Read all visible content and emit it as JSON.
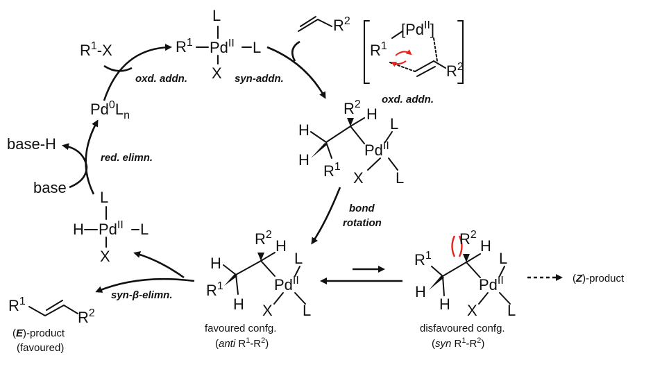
{
  "title": "Heck reaction catalytic cycle",
  "species": {
    "pd0": {
      "main": "Pd",
      "sup": "0",
      "main2": "L",
      "sub": "n"
    },
    "oxd_complex": {
      "r": "R",
      "r_sup": "1",
      "pd": "Pd",
      "pd_sup": "II",
      "l_top": "L",
      "l_right": "L",
      "x": "X"
    },
    "r1x": {
      "r": "R",
      "sup": "1",
      "rest": "-X"
    },
    "alkene": {
      "r": "R",
      "sup": "2"
    },
    "ts": {
      "pd": "[Pd",
      "pd_sup": "II",
      "pd_close": "]",
      "r1": "R",
      "r1_sup": "1",
      "r2": "R",
      "r2_sup": "2"
    },
    "insert_product": {
      "r2": "R",
      "r2_sup": "2",
      "h1": "H",
      "h2": "H",
      "h3": "H",
      "r1": "R",
      "r1_sup": "1",
      "pd": "Pd",
      "pd_sup": "II",
      "x": "X",
      "l1": "L",
      "l2": "L"
    },
    "favoured": {
      "r2": "R",
      "r2_sup": "2",
      "h1": "H",
      "h2": "H",
      "h3": "H",
      "r1": "R",
      "r1_sup": "1",
      "pd": "Pd",
      "pd_sup": "II",
      "x": "X",
      "l1": "L",
      "l2": "L"
    },
    "disfavoured": {
      "r2": "R",
      "r2_sup": "2",
      "h1": "H",
      "h2": "H",
      "r1": "R",
      "r1_sup": "1",
      "pd": "Pd",
      "pd_sup": "II",
      "x": "X",
      "l1": "L",
      "l2": "L"
    },
    "hpd": {
      "h": "H",
      "pd": "Pd",
      "pd_sup": "II",
      "l_top": "L",
      "l_right": "L",
      "x": "X"
    },
    "base_h": "base-H",
    "base": "base",
    "e_alkene": {
      "r1": "R",
      "r1_sup": "1",
      "r2": "R",
      "r2_sup": "2"
    }
  },
  "labels": {
    "oxd_addn": "oxd. addn.",
    "syn_addn": "syn-addn.",
    "oxd_addn_ts": "oxd. addn.",
    "red_elimn": "red. elimn.",
    "bond": "bond",
    "rotation": "rotation",
    "syn_beta_elimn": "syn-β-elimn."
  },
  "captions": {
    "favoured_title": "favoured confg.",
    "favoured_open": "(",
    "favoured_anti": "anti",
    "favoured_r": " R",
    "favoured_r1": "1",
    "favoured_dash": "-R",
    "favoured_r2": "2",
    "favoured_close": ")",
    "disfavoured_title": "disfavoured confg.",
    "disfavoured_open": "(",
    "disfavoured_syn": "syn",
    "disfavoured_r": " R",
    "disfavoured_r1": "1",
    "disfavoured_dash": "-R",
    "disfavoured_r2": "2",
    "disfavoured_close": ")",
    "e_open": "(",
    "e_letter": "E",
    "e_rest": ")-product",
    "e_note": "(favoured)",
    "z_open": "(",
    "z_letter": "Z",
    "z_rest": ")-product"
  },
  "colors": {
    "ink": "#111111",
    "clash": "#e8231e"
  }
}
